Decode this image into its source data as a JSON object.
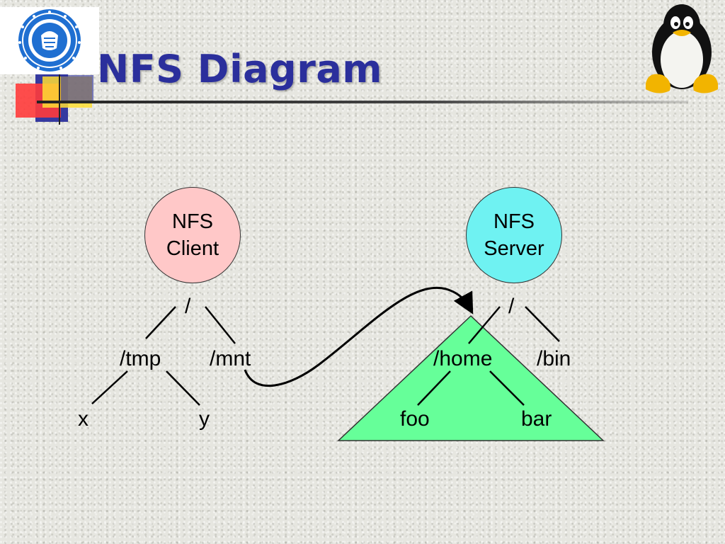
{
  "slide": {
    "title": "NFS Diagram"
  },
  "logo": {
    "icon": "university-seal-icon",
    "mascot": "tux-penguin-icon"
  },
  "colors": {
    "title": "#2b2f9c",
    "client_node": "#ffc8c8",
    "server_node": "#6ff2f2",
    "exported_tree": "#66ff99"
  },
  "client": {
    "name_line1": "NFS",
    "name_line2": "Client",
    "tree": {
      "root": "/",
      "tmp": "/tmp",
      "mnt": "/mnt",
      "x": "x",
      "y": "y"
    }
  },
  "server": {
    "name_line1": "NFS",
    "name_line2": "Server",
    "tree": {
      "root": "/",
      "home": "/home",
      "bin": "/bin",
      "foo": "foo",
      "bar": "bar"
    }
  }
}
